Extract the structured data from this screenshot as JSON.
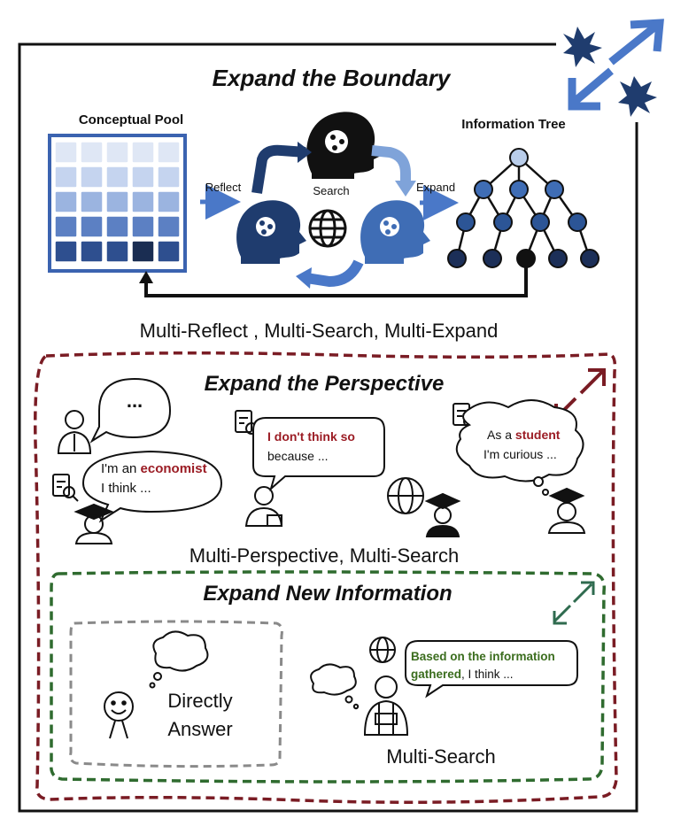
{
  "boundary": {
    "title": "Expand the Boundary",
    "pool_label": "Conceptual Pool",
    "tree_label": "Information Tree",
    "reflect_label": "Reflect",
    "search_label": "Search",
    "expand_label": "Expand",
    "caption": "Multi-Reflect , Multi-Search, Multi-Expand"
  },
  "perspective": {
    "title": "Expand the Perspective",
    "bubble_ellipsis": "...",
    "bubble_economist": {
      "pre": "I'm an ",
      "highlight": "economist",
      "line2": "I think ..."
    },
    "bubble_dont": {
      "highlight": "I don't think so",
      "line2": "because ..."
    },
    "bubble_student": {
      "pre": "As a ",
      "highlight": "student",
      "line2": "I'm curious ..."
    },
    "caption": "Multi-Perspective, Multi-Search"
  },
  "new_info": {
    "title": "Expand New Information",
    "direct_line1": "Directly",
    "direct_line2": "Answer",
    "bubble_based": {
      "highlight1": "Based on the information",
      "highlight2": "gathered",
      "rest": ", I think ..."
    },
    "caption": "Multi-Search"
  },
  "colors": {
    "frame": "#111111",
    "perspective_border": "#7a1c24",
    "new_info_border": "#2f6b2f",
    "direct_border": "#8a8a8a",
    "accent_red": "#9b1c24",
    "accent_green": "#3b6d1e",
    "blue_dark": "#1f3c6e",
    "blue_mid": "#3f6db5",
    "blue_light": "#7fa3d9"
  }
}
